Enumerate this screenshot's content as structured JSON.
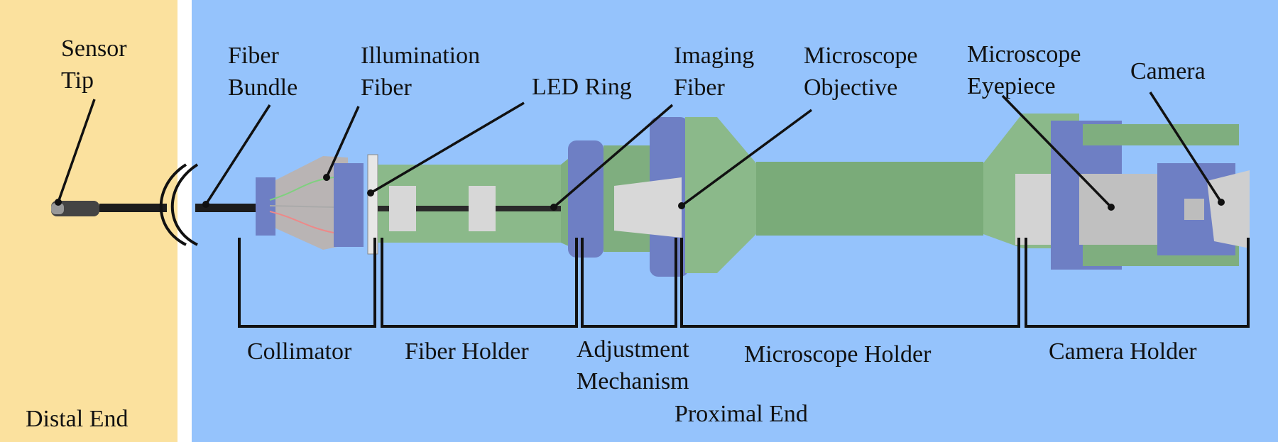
{
  "colors": {
    "distal_bg": "#fbe19e",
    "proximal_bg": "#95c3fc",
    "housing_green": "#8bb98a",
    "housing_dark_green": "#6f9e70",
    "ring_blue": "#6e7fc4",
    "metal_grey": "#c8c8c8",
    "line_black": "#111111"
  },
  "regions": {
    "distal": "Distal End",
    "proximal": "Proximal End"
  },
  "callouts": {
    "sensor_tip": [
      "Sensor",
      "Tip"
    ],
    "fiber_bundle": [
      "Fiber",
      "Bundle"
    ],
    "illumination_fiber": [
      "Illumination",
      "Fiber"
    ],
    "led_ring": [
      "LED Ring"
    ],
    "imaging_fiber": [
      "Imaging",
      "Fiber"
    ],
    "microscope_objective": [
      "Microscope",
      "Objective"
    ],
    "microscope_eyepiece": [
      "Microscope",
      "Eyepiece"
    ],
    "camera": [
      "Camera"
    ]
  },
  "sections": {
    "collimator": [
      "Collimator"
    ],
    "fiber_holder": [
      "Fiber Holder"
    ],
    "adjustment_mechanism": [
      "Adjustment",
      "Mechanism"
    ],
    "microscope_holder": [
      "Microscope Holder"
    ],
    "camera_holder": [
      "Camera Holder"
    ]
  }
}
